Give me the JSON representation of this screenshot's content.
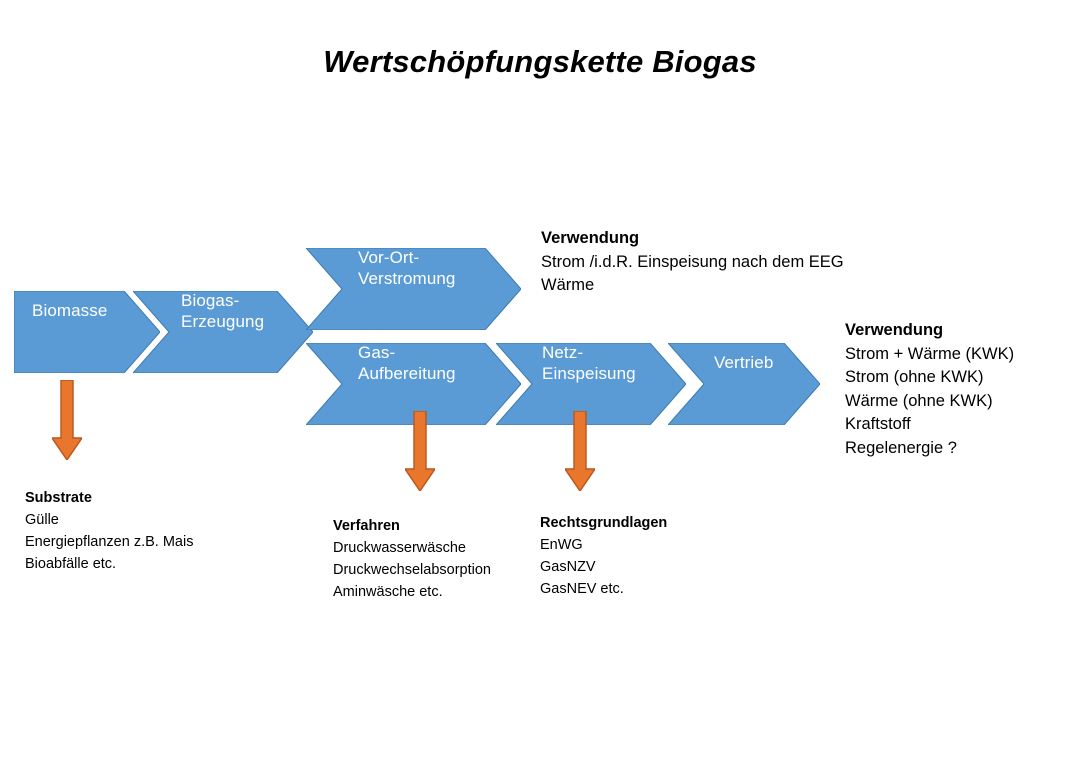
{
  "page": {
    "title": "Wertschöpfungskette Biogas",
    "background": "#ffffff"
  },
  "colors": {
    "chevron_fill": "#5B9BD5",
    "chevron_stroke": "#3E7AAE",
    "chevron_text": "#FFFFFF",
    "arrow_fill": "#E8762C",
    "arrow_stroke": "#B9561C",
    "text": "#000000"
  },
  "chart_data": {
    "type": "diagram",
    "title": "Wertschöpfungskette Biogas",
    "flow": [
      {
        "id": "biomasse",
        "label": "Biomasse",
        "branch": "main"
      },
      {
        "id": "biogas-erzeugung",
        "label": "Biogas-\nErzeugung",
        "branch": "main"
      },
      {
        "id": "vor-ort-verstromung",
        "label": "Vor-Ort-\nVerstromung",
        "branch": "upper"
      },
      {
        "id": "gas-aufbereitung",
        "label": "Gas-\nAufbereitung",
        "branch": "lower"
      },
      {
        "id": "netz-einspeisung",
        "label": "Netz-\nEinspeisung",
        "branch": "lower"
      },
      {
        "id": "vertrieb",
        "label": "Vertrieb",
        "branch": "lower"
      }
    ],
    "annotations": [
      {
        "id": "substrate",
        "attached_to": "biomasse",
        "heading": "Substrate",
        "items": [
          "Gülle",
          "Energiepflanzen z.B. Mais",
          "Bioabfälle etc."
        ]
      },
      {
        "id": "verfahren",
        "attached_to": "gas-aufbereitung",
        "heading": "Verfahren",
        "items": [
          "Druckwasserwäsche",
          "Druckwechselabsorption",
          "Aminwäsche etc."
        ]
      },
      {
        "id": "rechtsgrundlagen",
        "attached_to": "netz-einspeisung",
        "heading": "Rechtsgrundlagen",
        "items": [
          "EnWG",
          "GasNZV",
          "GasNEV etc."
        ]
      },
      {
        "id": "verwendung-oben",
        "attached_to": "vor-ort-verstromung",
        "heading": "Verwendung",
        "items": [
          "Strom /i.d.R. Einspeisung nach dem EEG",
          "Wärme"
        ]
      },
      {
        "id": "verwendung-rechts",
        "attached_to": "vertrieb",
        "heading": "Verwendung",
        "items": [
          "Strom + Wärme  (KWK)",
          "Strom (ohne KWK)",
          "Wärme (ohne KWK)",
          "Kraftstoff",
          "Regelenergie ?"
        ]
      }
    ]
  },
  "shapes": {
    "biomasse": {
      "label": "Biomasse"
    },
    "biogas_erzeugung": {
      "label": "Biogas-\nErzeugung"
    },
    "vor_ort_verstromung": {
      "label": "Vor-Ort-\nVerstromung"
    },
    "gas_aufbereitung": {
      "label": "Gas-\nAufbereitung"
    },
    "netz_einspeisung": {
      "label": "Netz-\nEinspeisung"
    },
    "vertrieb": {
      "label": "Vertrieb"
    }
  },
  "blocks": {
    "verwendung_top": {
      "heading": "Verwendung",
      "line1": "Strom /i.d.R. Einspeisung nach dem EEG",
      "line2": "Wärme"
    },
    "verwendung_right": {
      "heading": "Verwendung",
      "line1": "Strom + Wärme  (KWK)",
      "line2": "Strom (ohne KWK)",
      "line3": "Wärme (ohne KWK)",
      "line4": "Kraftstoff",
      "line5": "Regelenergie ?"
    },
    "substrate": {
      "heading": "Substrate",
      "line1": "Gülle",
      "line2": "Energiepflanzen z.B. Mais",
      "line3": "Bioabfälle etc."
    },
    "verfahren": {
      "heading": "Verfahren",
      "line1": "Druckwasserwäsche",
      "line2": "Druckwechselabsorption",
      "line3": "Aminwäsche etc."
    },
    "rechtsgrundlagen": {
      "heading": "Rechtsgrundlagen",
      "line1": "EnWG",
      "line2": "GasNZV",
      "line3": "GasNEV etc."
    }
  },
  "arrows": {
    "arrow_substrate": {
      "name": "down-arrow-substrate"
    },
    "arrow_verfahren": {
      "name": "down-arrow-verfahren"
    },
    "arrow_rechtsgrundlagen": {
      "name": "down-arrow-rechtsgrundlagen"
    }
  }
}
